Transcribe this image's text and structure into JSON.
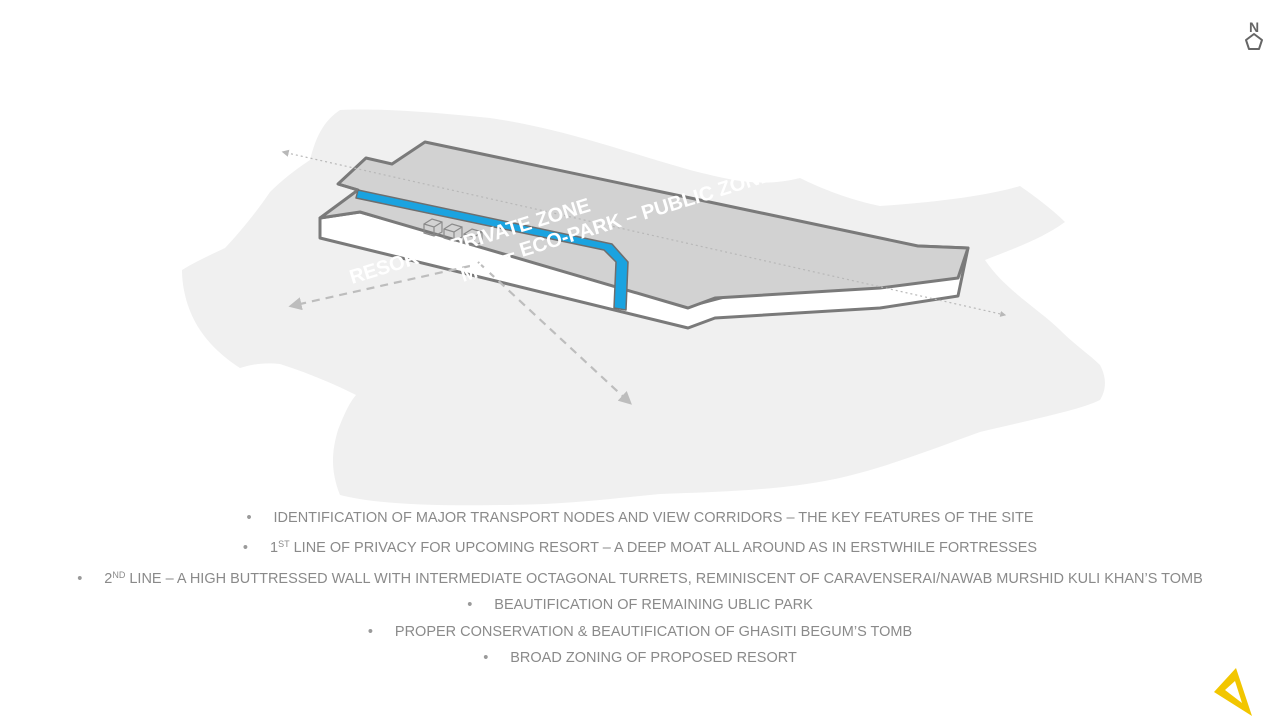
{
  "slide": {
    "north_label": "N",
    "icons": {
      "north": "north-arrow-icon",
      "logo": "yellow-triangle-logo-icon"
    },
    "colors": {
      "site_background": "#f0f0f0",
      "platform_fill": "#d2d2d2",
      "platform_stroke": "#7a7a7a",
      "moat": "#1aa3e0",
      "text": "#8a8a8a",
      "logo": "#f2c600"
    }
  },
  "diagram": {
    "zone_labels": {
      "resort": "RESORT – PRIVATE ZONE",
      "moat": "MOAT",
      "eco_park": "ECO-PARK – PUBLIC ZONE"
    }
  },
  "bullets": [
    {
      "text": "IDENTIFICATION  OF MAJOR TRANSPORT NODES AND  VIEW CORRIDORS – THE KEY FEATURES OF THE SITE"
    },
    {
      "prefix": "1",
      "sup": "ST",
      "text": " LINE OF PRIVACY FOR UPCOMING  RESORT – A DEEP MOAT  ALL AROUND AS IN  ERSTWHILE FORTRESSES"
    },
    {
      "prefix": "2",
      "sup": "ND",
      "text": " LINE  – A HIGH  BUTTRESSED WALL WITH INTERMEDIATE  OCTAGONAL TURRETS, REMINISCENT  OF CARAVENSERAI/NAWAB  MURSHID  KULI KHAN’S TOMB"
    },
    {
      "text": "BEAUTIFICATION  OF REMAINING  UBLIC PARK"
    },
    {
      "text": "PROPER CONSERVATION & BEAUTIFICATION  OF GHASITI  BEGUM’S TOMB"
    },
    {
      "text": "BROAD ZONING  OF PROPOSED RESORT"
    }
  ]
}
